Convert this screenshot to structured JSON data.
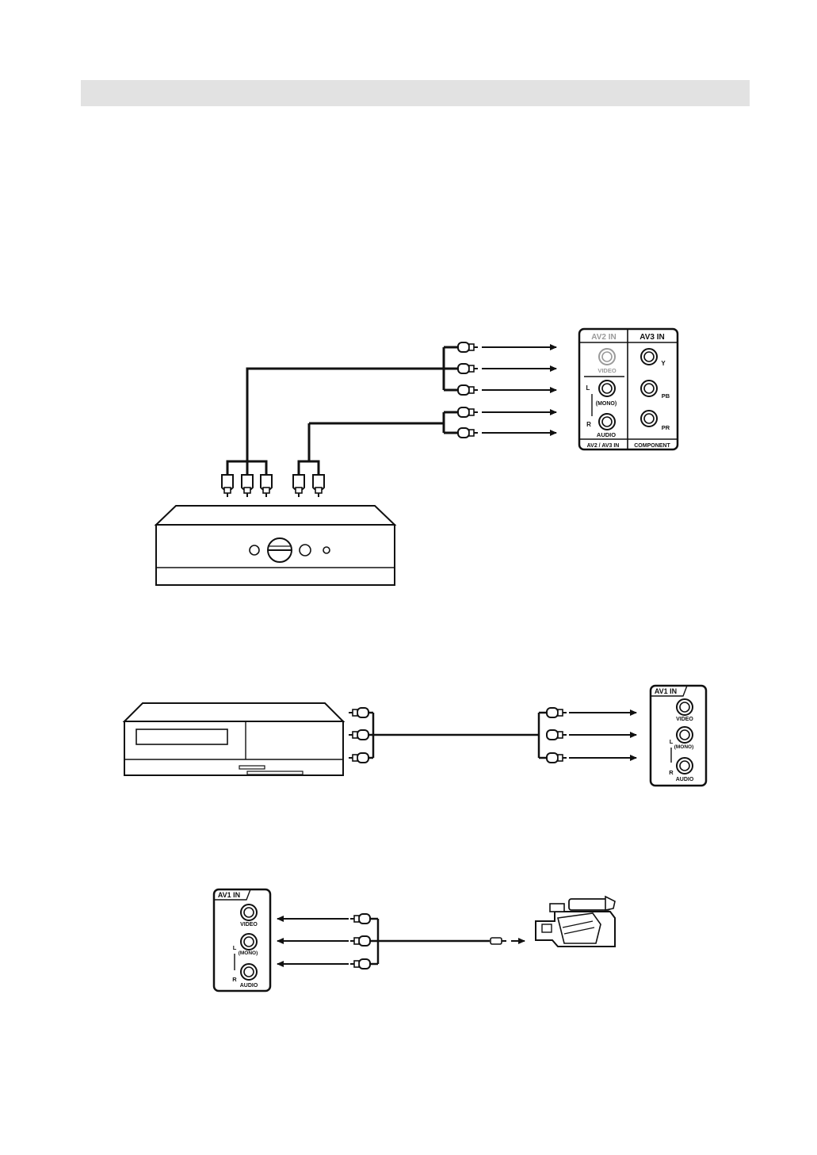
{
  "panel_top": {
    "av2_title": "AV2 IN",
    "av3_title": "AV3 IN",
    "video": "VIDEO",
    "l": "L",
    "mono": "(MONO)",
    "r": "R",
    "audio": "AUDIO",
    "y": "Y",
    "pb": "PB",
    "pr": "PR",
    "footer_left": "AV2 / AV3 IN",
    "footer_right": "COMPONENT"
  },
  "panel_mid": {
    "title": "AV1 IN",
    "video": "VIDEO",
    "l": "L",
    "mono": "(MONO)",
    "r": "R",
    "audio": "AUDIO"
  },
  "panel_bottom": {
    "title": "AV1 IN",
    "video": "VIDEO",
    "l": "L",
    "mono": "(MONO)",
    "r": "R",
    "audio": "AUDIO"
  },
  "colors": {
    "line": "#111111",
    "header_band": "#e2e2e2",
    "grey_label": "#9a9a9a"
  }
}
